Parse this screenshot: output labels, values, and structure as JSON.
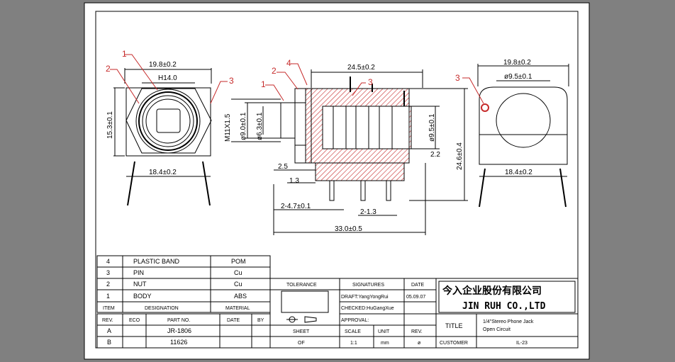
{
  "drawing": {
    "front_view": {
      "callouts": [
        "1",
        "2",
        "3"
      ],
      "dims": {
        "top_width": "19.8±0.2",
        "hex": "H14.0",
        "height": "15.3±0.1",
        "bottom_width": "18.4±0.2"
      }
    },
    "side_view": {
      "callouts": [
        "1",
        "2",
        "4",
        "3"
      ],
      "dims": {
        "length": "24.5±0.2",
        "thread": "M11X1.5",
        "dia_9": "ø9.0±0.1",
        "dia_6": "ø6.3±0.1",
        "dia_95": "ø9.5±0.1",
        "d_22": "2.2",
        "height": "24.6±0.4",
        "d_25": "2.5",
        "d_13": "1.3",
        "pin_dia": "2-4.7±0.1",
        "pin_pitch": "2-1.3",
        "total": "33.0±0.5"
      }
    },
    "rear_view": {
      "callouts": [
        "3"
      ],
      "dims": {
        "top_width": "19.8±0.2",
        "dia": "ø9.5±0.1",
        "bottom_width": "18.4±0.2"
      }
    }
  },
  "bom": {
    "rows": [
      {
        "item": "4",
        "designation": "PLASTIC BAND",
        "material": "POM"
      },
      {
        "item": "3",
        "designation": "PIN",
        "material": "Cu"
      },
      {
        "item": "2",
        "designation": "NUT",
        "material": "Cu"
      },
      {
        "item": "1",
        "designation": "BODY",
        "material": "ABS"
      }
    ],
    "headers": {
      "item": "ITEM",
      "designation": "DESIGNATION",
      "material": "MATERIAL"
    }
  },
  "revisions": {
    "headers": {
      "rev": "REV.",
      "eco": "ECO",
      "part": "PART NO.",
      "date": "DATE",
      "by": "BY"
    },
    "rows": [
      {
        "rev": "A",
        "part": "JR-1806"
      },
      {
        "rev": "B",
        "part": "11626"
      }
    ]
  },
  "tolerance": {
    "label": "TOLERANCE",
    "sheet_label": "SHEET",
    "sheet_value": "OF",
    "scale_label": "SCALE",
    "scale_value": "1:1",
    "unit_label": "UNIT",
    "unit_value": "mm",
    "rev_label": "REV.",
    "rev_value": "ø"
  },
  "signatures": {
    "label": "SIGNATURES",
    "date_label": "DATE",
    "draft": "DRAFT:YangYongRui",
    "checked": "CHECKED:HuGangXue",
    "approval": "APPROVAL:",
    "date": "05.09.07"
  },
  "company": {
    "name_cn": "今入企业股份有限公司",
    "name_en": "JIN  RUH  CO.,LTD"
  },
  "title_block": {
    "title_label": "TITLE",
    "title_line1": "1/4\"Stereo Phone Jack",
    "title_line2": "Open Circuit",
    "customer_label": "CUSTOMER",
    "drawing_no": "IL-23"
  },
  "colors": {
    "background": "#808080",
    "sheet": "#ffffff",
    "line": "#000000",
    "callout": "#c62a2a",
    "hatch": "#c62a2a"
  }
}
